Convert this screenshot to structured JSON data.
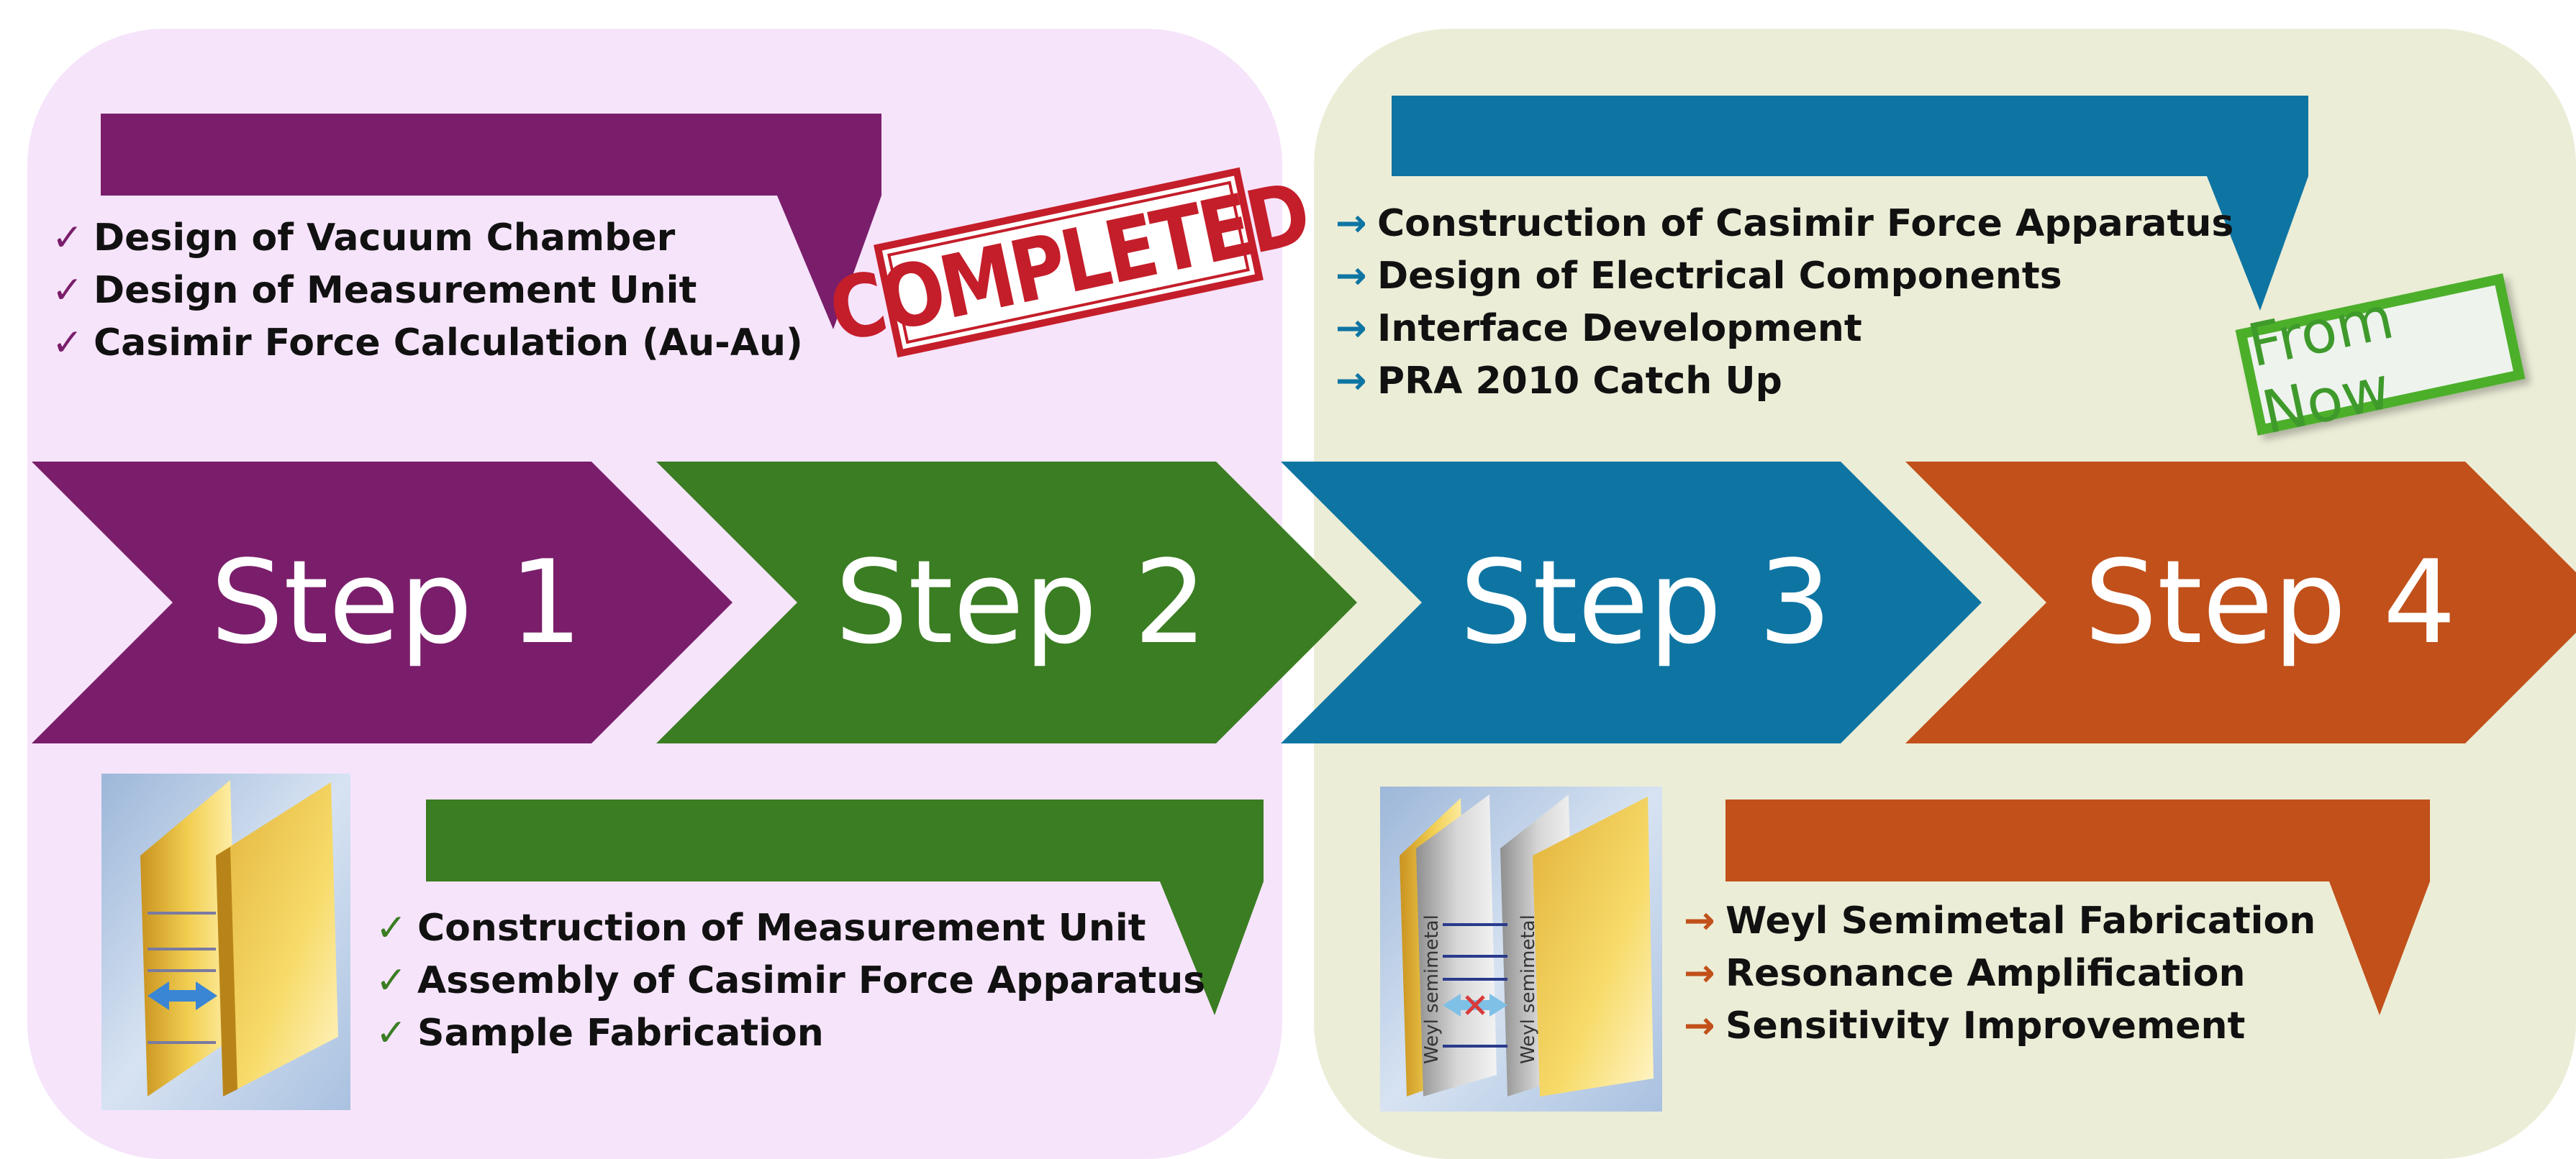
{
  "colors": {
    "step1": "#7a1e6b",
    "step2": "#3a7d22",
    "step3": "#0e75a3",
    "step4": "#c1501a",
    "panel_left_bg": "#f6e4fb",
    "panel_right_bg": "#ecedd7",
    "stamp_red": "#c41e2a",
    "stamp_green": "#4caf2a"
  },
  "steps": [
    {
      "label": "Step 1"
    },
    {
      "label": "Step 2"
    },
    {
      "label": "Step 3"
    },
    {
      "label": "Step 4"
    }
  ],
  "step1_items": {
    "marker": "✓",
    "items": [
      "Design of Vacuum Chamber",
      "Design of Measurement Unit",
      "Casimir Force Calculation (Au-Au)"
    ]
  },
  "step2_items": {
    "marker": "✓",
    "items": [
      "Construction of Measurement Unit",
      "Assembly of Casimir Force Apparatus",
      "Sample Fabrication"
    ]
  },
  "step3_items": {
    "marker": "→",
    "items": [
      "Construction of Casimir Force Apparatus",
      "Design of Electrical Components",
      "Interface Development",
      "PRA 2010 Catch Up"
    ]
  },
  "step4_items": {
    "marker": "→",
    "items": [
      "Weyl Semimetal Fabrication",
      "Resonance Amplification",
      "Sensitivity Improvement"
    ]
  },
  "stamps": {
    "completed": "COMPLETED",
    "from_now": "From Now"
  },
  "illustrations": {
    "weyl_label_left": "Weyl semimetal",
    "weyl_label_right": "Weyl semimetal",
    "icons": [
      "gold-plates-icon",
      "weyl-semimetal-plates-icon"
    ]
  }
}
